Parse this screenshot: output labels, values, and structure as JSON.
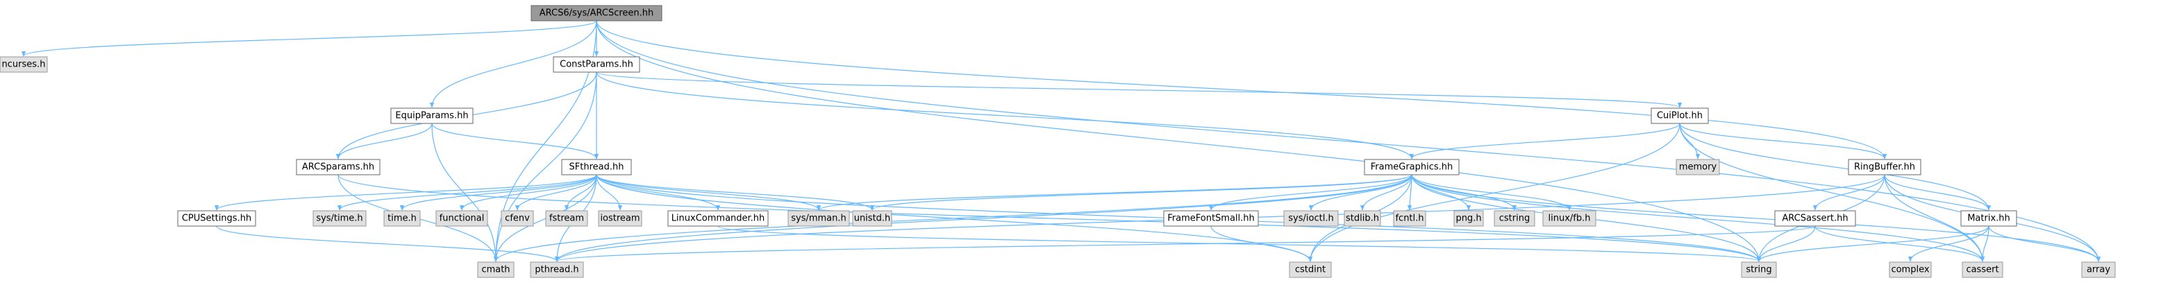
{
  "colors": {
    "edge": "#63b8ff",
    "root_fill": "#999999",
    "root_stroke": "#666666",
    "node_fill": "#ffffff",
    "node_stroke": "#666666",
    "leaf_fill": "#e0e0e0",
    "leaf_stroke": "#999999",
    "text": "#000000"
  },
  "nodes": [
    {
      "id": "root",
      "label": "ARCS6/sys/ARCScreen.hh",
      "kind": "root"
    },
    {
      "id": "ncurses",
      "label": "ncurses.h",
      "kind": "leaf"
    },
    {
      "id": "constparams",
      "label": "ConstParams.hh",
      "kind": "node"
    },
    {
      "id": "equipparams",
      "label": "EquipParams.hh",
      "kind": "node"
    },
    {
      "id": "arcsparams",
      "label": "ARCSparams.hh",
      "kind": "node"
    },
    {
      "id": "sfthread",
      "label": "SFthread.hh",
      "kind": "node"
    },
    {
      "id": "cuiplot",
      "label": "CuiPlot.hh",
      "kind": "node"
    },
    {
      "id": "framegraphics",
      "label": "FrameGraphics.hh",
      "kind": "node"
    },
    {
      "id": "ringbuffer",
      "label": "RingBuffer.hh",
      "kind": "node"
    },
    {
      "id": "memory",
      "label": "memory",
      "kind": "leaf"
    },
    {
      "id": "cpusettings",
      "label": "CPUSettings.hh",
      "kind": "node"
    },
    {
      "id": "systime",
      "label": "sys/time.h",
      "kind": "leaf"
    },
    {
      "id": "timeh",
      "label": "time.h",
      "kind": "leaf"
    },
    {
      "id": "functional",
      "label": "functional",
      "kind": "leaf"
    },
    {
      "id": "cfenv",
      "label": "cfenv",
      "kind": "leaf"
    },
    {
      "id": "fstream",
      "label": "fstream",
      "kind": "leaf"
    },
    {
      "id": "iostream",
      "label": "iostream",
      "kind": "leaf"
    },
    {
      "id": "linuxcommander",
      "label": "LinuxCommander.hh",
      "kind": "node"
    },
    {
      "id": "sysmman",
      "label": "sys/mman.h",
      "kind": "leaf"
    },
    {
      "id": "unistd",
      "label": "unistd.h",
      "kind": "leaf"
    },
    {
      "id": "framefontsmall",
      "label": "FrameFontSmall.hh",
      "kind": "node"
    },
    {
      "id": "sysioctl",
      "label": "sys/ioctl.h",
      "kind": "leaf"
    },
    {
      "id": "stdlib",
      "label": "stdlib.h",
      "kind": "leaf"
    },
    {
      "id": "fcntl",
      "label": "fcntl.h",
      "kind": "leaf"
    },
    {
      "id": "pngh",
      "label": "png.h",
      "kind": "leaf"
    },
    {
      "id": "cstring",
      "label": "cstring",
      "kind": "leaf"
    },
    {
      "id": "linuxfb",
      "label": "linux/fb.h",
      "kind": "leaf"
    },
    {
      "id": "arcsassert",
      "label": "ARCSassert.hh",
      "kind": "node"
    },
    {
      "id": "matrix",
      "label": "Matrix.hh",
      "kind": "node"
    },
    {
      "id": "cmath",
      "label": "cmath",
      "kind": "leaf"
    },
    {
      "id": "pthread",
      "label": "pthread.h",
      "kind": "leaf"
    },
    {
      "id": "cstdint",
      "label": "cstdint",
      "kind": "leaf"
    },
    {
      "id": "string",
      "label": "string",
      "kind": "leaf"
    },
    {
      "id": "complex",
      "label": "complex",
      "kind": "leaf"
    },
    {
      "id": "cassert",
      "label": "cassert",
      "kind": "leaf"
    },
    {
      "id": "array",
      "label": "array",
      "kind": "leaf"
    }
  ],
  "edges": [
    [
      "root",
      "ncurses"
    ],
    [
      "root",
      "constparams"
    ],
    [
      "root",
      "equipparams"
    ],
    [
      "root",
      "ringbuffer"
    ],
    [
      "root",
      "cmath"
    ],
    [
      "root",
      "string"
    ],
    [
      "root",
      "array"
    ],
    [
      "constparams",
      "arcsparams"
    ],
    [
      "constparams",
      "sfthread"
    ],
    [
      "constparams",
      "cuiplot"
    ],
    [
      "constparams",
      "framegraphics"
    ],
    [
      "constparams",
      "cmath"
    ],
    [
      "equipparams",
      "arcsparams"
    ],
    [
      "equipparams",
      "sfthread"
    ],
    [
      "equipparams",
      "cmath"
    ],
    [
      "arcsparams",
      "cmath"
    ],
    [
      "arcsparams",
      "string"
    ],
    [
      "sfthread",
      "cpusettings"
    ],
    [
      "sfthread",
      "systime"
    ],
    [
      "sfthread",
      "timeh"
    ],
    [
      "sfthread",
      "functional"
    ],
    [
      "sfthread",
      "cfenv"
    ],
    [
      "sfthread",
      "fstream"
    ],
    [
      "sfthread",
      "iostream"
    ],
    [
      "sfthread",
      "linuxcommander"
    ],
    [
      "sfthread",
      "sysmman"
    ],
    [
      "sfthread",
      "unistd"
    ],
    [
      "sfthread",
      "cmath"
    ],
    [
      "sfthread",
      "pthread"
    ],
    [
      "sfthread",
      "cstdint"
    ],
    [
      "sfthread",
      "string"
    ],
    [
      "cpusettings",
      "pthread"
    ],
    [
      "linuxcommander",
      "string"
    ],
    [
      "cuiplot",
      "framegraphics"
    ],
    [
      "cuiplot",
      "ringbuffer"
    ],
    [
      "cuiplot",
      "memory"
    ],
    [
      "cuiplot",
      "matrix"
    ],
    [
      "cuiplot",
      "cassert"
    ],
    [
      "cuiplot",
      "cstdint"
    ],
    [
      "framegraphics",
      "framefontsmall"
    ],
    [
      "framegraphics",
      "sysioctl"
    ],
    [
      "framegraphics",
      "stdlib"
    ],
    [
      "framegraphics",
      "fcntl"
    ],
    [
      "framegraphics",
      "pngh"
    ],
    [
      "framegraphics",
      "cstring"
    ],
    [
      "framegraphics",
      "linuxfb"
    ],
    [
      "framegraphics",
      "sysmman"
    ],
    [
      "framegraphics",
      "unistd"
    ],
    [
      "framegraphics",
      "cmath"
    ],
    [
      "framegraphics",
      "pthread"
    ],
    [
      "framegraphics",
      "cstdint"
    ],
    [
      "framegraphics",
      "string"
    ],
    [
      "framegraphics",
      "cassert"
    ],
    [
      "framegraphics",
      "array"
    ],
    [
      "framefontsmall",
      "cstdint"
    ],
    [
      "ringbuffer",
      "arcsassert"
    ],
    [
      "ringbuffer",
      "matrix"
    ],
    [
      "ringbuffer",
      "cassert"
    ],
    [
      "ringbuffer",
      "array"
    ],
    [
      "ringbuffer",
      "pthread"
    ],
    [
      "ringbuffer",
      "string"
    ],
    [
      "arcsassert",
      "string"
    ],
    [
      "arcsassert",
      "cassert"
    ],
    [
      "arcsassert",
      "pthread"
    ],
    [
      "matrix",
      "complex"
    ],
    [
      "matrix",
      "cassert"
    ],
    [
      "matrix",
      "array"
    ],
    [
      "matrix",
      "string"
    ]
  ]
}
